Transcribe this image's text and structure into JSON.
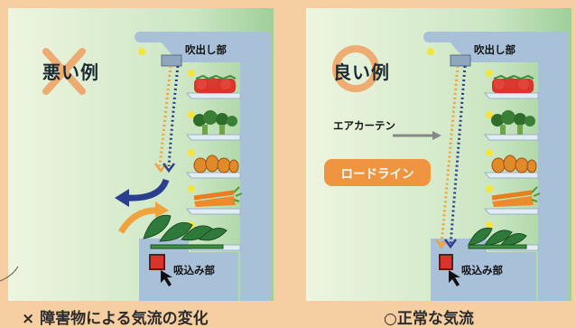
{
  "left_panel": {
    "title": "悪い例",
    "outlet_label": "吹出し部",
    "inlet_label": "吸込み部",
    "caption": "× 障害物による気流の変化"
  },
  "right_panel": {
    "title": "良い例",
    "outlet_label": "吹出し部",
    "inlet_label": "吸込み部",
    "air_curtain_label": "エアカーテン",
    "load_line_label": "ロードライン",
    "caption": "○正常な気流"
  },
  "colors": {
    "background": "#f5cfa1",
    "cabinet": "#a9c0d9",
    "gradient_light": "#eef5e0",
    "gradient_green": "#9fcf9a",
    "airflow_blue": "#2b3f8f",
    "airflow_orange": "#f0a23c",
    "mark_orange": "#f0a060"
  }
}
